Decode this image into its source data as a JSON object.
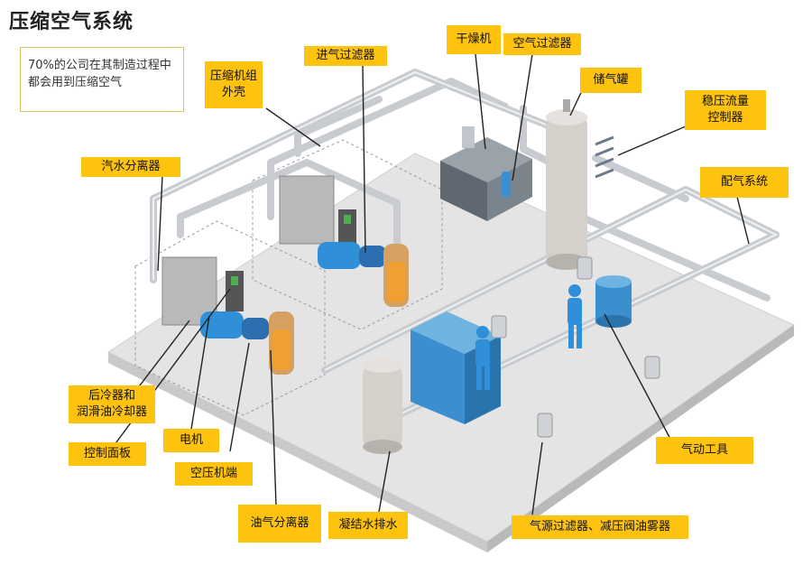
{
  "title": "压缩空气系统",
  "note": "70%的公司在其制造过程中都会用到压缩空气",
  "labels": {
    "compressor_housing": "压缩机组\n外壳",
    "intake_filter": "进气过滤器",
    "dryer": "干燥机",
    "air_filter": "空气过滤器",
    "receiver_tank": "储气罐",
    "pressure_flow_controller": "稳压流量\n控制器",
    "distribution_system": "配气系统",
    "moisture_separator": "汽水分离器",
    "aftercooler": "后冷器和\n润滑油冷却器",
    "control_panel": "控制面板",
    "motor": "电机",
    "airend": "空压机端",
    "oil_separator": "油气分离器",
    "condensate_drain": "凝结水排水",
    "pneumatic_tools": "气动工具",
    "frl_units": "气源过滤器、减压阀油雾器"
  },
  "colors": {
    "label_bg": "#fdc30f",
    "floor": "#e3e3e3",
    "pipe": "#cfd3d7",
    "machine_blue": "#3a8fd0",
    "tank": "#d9d4cf",
    "oil": "#f0a030"
  }
}
